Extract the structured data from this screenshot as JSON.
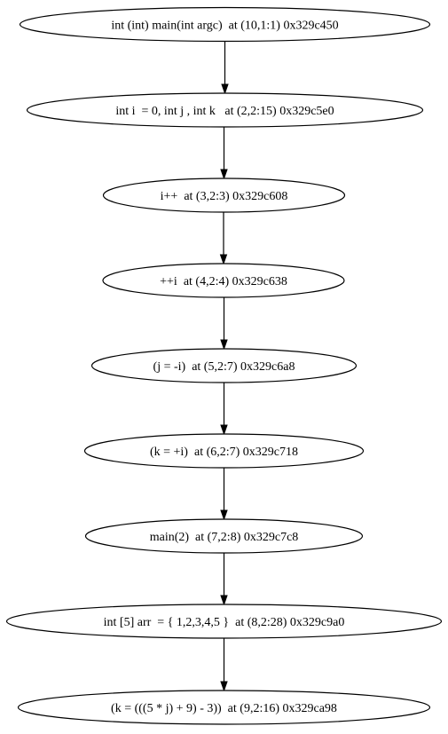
{
  "graph": {
    "nodes": [
      {
        "id": "n0",
        "label": "int (int) main(int argc)  at (10,1:1) 0x329c450"
      },
      {
        "id": "n1",
        "label": "int i  = 0, int j , int k   at (2,2:15) 0x329c5e0"
      },
      {
        "id": "n2",
        "label": "i++  at (3,2:3) 0x329c608"
      },
      {
        "id": "n3",
        "label": "++i  at (4,2:4) 0x329c638"
      },
      {
        "id": "n4",
        "label": "(j = -i)  at (5,2:7) 0x329c6a8"
      },
      {
        "id": "n5",
        "label": "(k = +i)  at (6,2:7) 0x329c718"
      },
      {
        "id": "n6",
        "label": "main(2)  at (7,2:8) 0x329c7c8"
      },
      {
        "id": "n7",
        "label": "int [5] arr  = { 1,2,3,4,5 }  at (8,2:28) 0x329c9a0"
      },
      {
        "id": "n8",
        "label": "(k = (((5 * j) + 9) - 3))  at (9,2:16) 0x329ca98"
      }
    ],
    "edges": [
      {
        "from": "n0",
        "to": "n1"
      },
      {
        "from": "n1",
        "to": "n2"
      },
      {
        "from": "n2",
        "to": "n3"
      },
      {
        "from": "n3",
        "to": "n4"
      },
      {
        "from": "n4",
        "to": "n5"
      },
      {
        "from": "n5",
        "to": "n6"
      },
      {
        "from": "n6",
        "to": "n7"
      },
      {
        "from": "n7",
        "to": "n8"
      }
    ]
  }
}
